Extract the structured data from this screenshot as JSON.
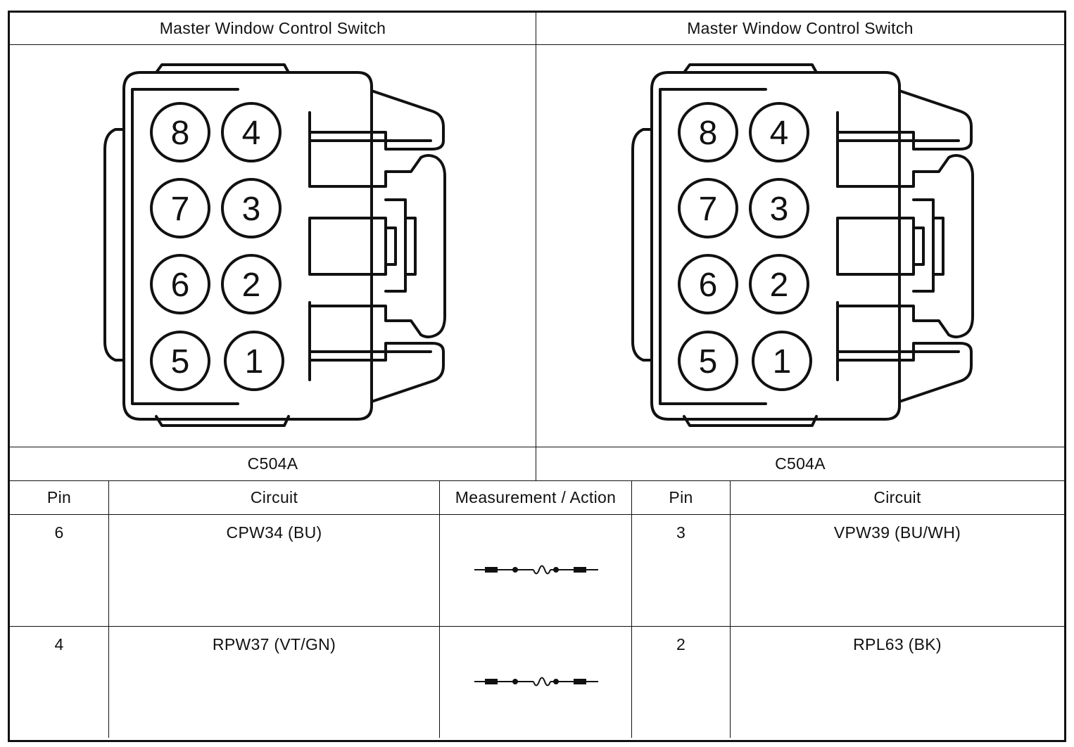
{
  "connectors": [
    {
      "title": "Master Window Control Switch",
      "pins": [
        "8",
        "4",
        "7",
        "3",
        "6",
        "2",
        "5",
        "1"
      ],
      "connector_id": "C504A"
    },
    {
      "title": "Master Window Control Switch",
      "pins": [
        "8",
        "4",
        "7",
        "3",
        "6",
        "2",
        "5",
        "1"
      ],
      "connector_id": "C504A"
    }
  ],
  "table": {
    "headers": [
      "Pin",
      "Circuit",
      "Measurement / Action",
      "Pin",
      "Circuit"
    ],
    "rows": [
      {
        "pin_a": "6",
        "circuit_a": "CPW34 (BU)",
        "measurement_icon": "resistance-symbol-icon",
        "pin_b": "3",
        "circuit_b": "VPW39 (BU/WH)"
      },
      {
        "pin_a": "4",
        "circuit_a": "RPW37 (VT/GN)",
        "measurement_icon": "resistance-symbol-icon",
        "pin_b": "2",
        "circuit_b": "RPL63 (BK)"
      }
    ]
  }
}
